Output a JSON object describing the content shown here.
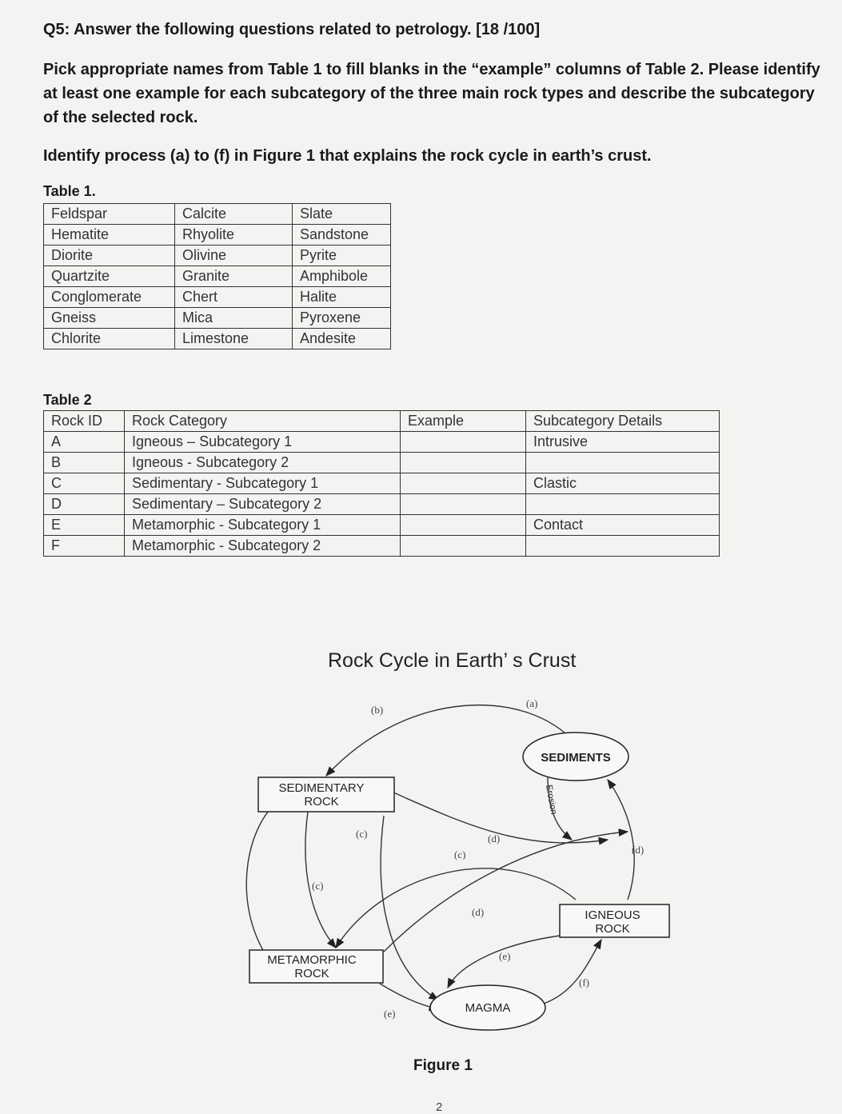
{
  "question": {
    "title": "Q5: Answer the following questions related to petrology. [18 /100]",
    "para1": "Pick appropriate names from Table 1 to fill blanks in the “example” columns of Table 2. Please identify at least one example for each subcategory of the three main rock types and describe the subcategory of the selected rock.",
    "para2": "Identify process (a) to (f) in Figure 1 that explains the rock cycle in earth’s crust."
  },
  "table1": {
    "caption": "Table 1.",
    "rows": [
      [
        "Feldspar",
        "Calcite",
        "Slate"
      ],
      [
        "Hematite",
        "Rhyolite",
        "Sandstone"
      ],
      [
        "Diorite",
        "Olivine",
        "Pyrite"
      ],
      [
        "Quartzite",
        "Granite",
        "Amphibole"
      ],
      [
        "Conglomerate",
        "Chert",
        "Halite"
      ],
      [
        "Gneiss",
        "Mica",
        "Pyroxene"
      ],
      [
        "Chlorite",
        "Limestone",
        "Andesite"
      ]
    ]
  },
  "table2": {
    "caption": "Table 2",
    "header": [
      "Rock ID",
      "Rock Category",
      "Example",
      "Subcategory Details"
    ],
    "rows": [
      [
        "A",
        "Igneous – Subcategory 1",
        "",
        "Intrusive"
      ],
      [
        "B",
        "Igneous - Subcategory 2",
        "",
        ""
      ],
      [
        "C",
        "Sedimentary - Subcategory 1",
        "",
        "Clastic"
      ],
      [
        "D",
        "Sedimentary – Subcategory 2",
        "",
        ""
      ],
      [
        "E",
        "Metamorphic - Subcategory 1",
        "",
        "Contact"
      ],
      [
        "F",
        "Metamorphic - Subcategory 2",
        "",
        ""
      ]
    ]
  },
  "figure": {
    "title": "Rock Cycle in Earth’ s Crust",
    "caption": "Figure 1",
    "nodes": {
      "sediments": "SEDIMENTS",
      "sedimentary_l1": "SEDIMENTARY",
      "sedimentary_l2": "ROCK",
      "metamorphic_l1": "METAMORPHIC",
      "metamorphic_l2": "ROCK",
      "igneous_l1": "IGNEOUS",
      "igneous_l2": "ROCK",
      "magma": "MAGMA"
    },
    "erosion_label": "Erosion",
    "process_labels": {
      "a": "(a)",
      "b": "(b)",
      "c1": "(c)",
      "c2": "(c)",
      "c3": "(c)",
      "d1": "(d)",
      "d2": "(d)",
      "d3": "(d)",
      "e1": "(e)",
      "e2": "(e)",
      "f": "(f)"
    }
  },
  "page_number": "2"
}
